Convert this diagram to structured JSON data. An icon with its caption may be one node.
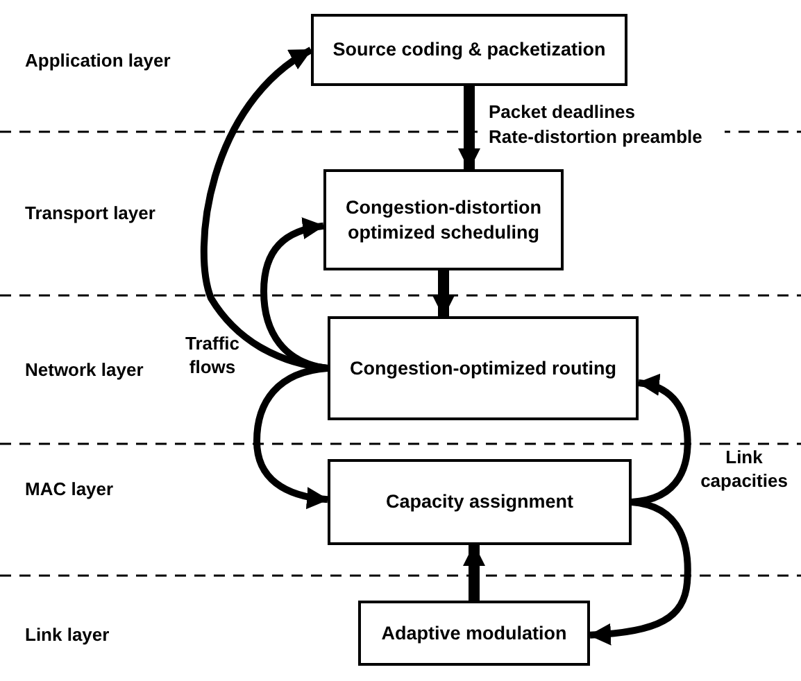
{
  "diagram": {
    "nodes": [
      {
        "text": [
          "Source coding & packetization"
        ]
      },
      {
        "text": [
          "Congestion-distortion optimized scheduling"
        ]
      },
      {
        "text": [
          "Congestion-optimized routing"
        ]
      },
      {
        "text": [
          "Capacity assignment"
        ]
      },
      {
        "text": [
          "Adaptive modulation"
        ]
      }
    ],
    "edges": [
      {
        "from": 0,
        "to": 1,
        "arrow": "to",
        "label": "Packet deadlines Rate-distortion preamble"
      },
      {
        "from": 1,
        "to": 2,
        "arrow": "to"
      },
      {
        "from": 4,
        "to": 3,
        "arrow": "to"
      },
      {
        "from": 2,
        "to": 0,
        "arrow": "to"
      },
      {
        "from": 2,
        "to": 1,
        "arrow": "to"
      },
      {
        "from": 2,
        "to": 3,
        "arrow": "to"
      },
      {
        "from": 3,
        "to": 2,
        "arrow": "to"
      },
      {
        "from": 3,
        "to": 4,
        "arrow": "to"
      }
    ],
    "labels": [
      "Application layer",
      "Transport layer",
      "Traffic flows",
      "Network layer",
      "Link capacities",
      "MAC layer",
      "Link layer"
    ]
  }
}
